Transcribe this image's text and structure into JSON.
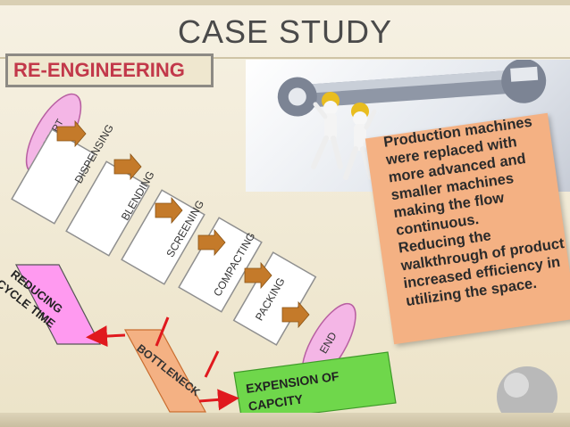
{
  "slide": {
    "title": "CASE STUDY",
    "section_label": "RE-ENGINEERING"
  },
  "flow": {
    "start_label": "START",
    "end_label": "END",
    "steps": [
      "DISPENSING",
      "BLENDING",
      "SCREENING",
      "COMPACTING",
      "PACKING"
    ],
    "bottleneck_label": "BOTTLENECK",
    "reducing_label": [
      "REDUCING",
      "CYCLE TIME"
    ],
    "expansion_label": [
      "EXPENSION OF",
      "CAPCITY"
    ]
  },
  "callout": {
    "lines": [
      "Production machines",
      "were replaced with",
      "more advanced and",
      "smaller machines",
      "making the flow",
      "continuous.",
      "Reducing the",
      "walkthrough of product",
      "increased efficiency in",
      "utilizing the space."
    ]
  },
  "colors": {
    "title": "#4a4a4a",
    "section_label": "#c2384a",
    "ellipse_fill": "#f4b6e6",
    "step_fill": "#ffffff",
    "flow_arrow": "#c47a2a",
    "red_arrow": "#e0191e",
    "reducing_fill": "#ff9af0",
    "bottleneck_fill": "#f4b183",
    "expansion_fill": "#6fd74b",
    "callout_fill": "#f4b183"
  }
}
